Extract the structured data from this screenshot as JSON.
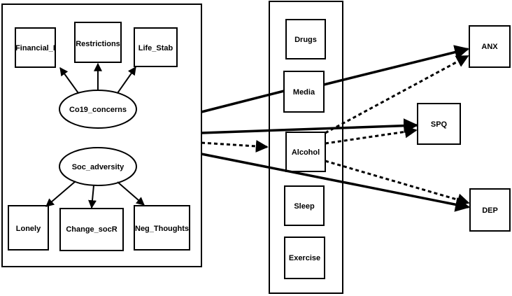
{
  "latent_group": {
    "co19": {
      "label": "Co19_concerns",
      "indicators": [
        "Financial_I",
        "Restrictions",
        "Life_Stab"
      ]
    },
    "soc": {
      "label": "Soc_adversity",
      "indicators": [
        "Lonely",
        "Change_socR",
        "Neg_Thoughts"
      ]
    }
  },
  "mediators": [
    "Drugs",
    "Media",
    "Alcohol",
    "Sleep",
    "Exercise"
  ],
  "outcomes": [
    "ANX",
    "SPQ",
    "DEP"
  ],
  "paths": {
    "solid": [
      "Co19_concerns → Media → ANX",
      "Co19_concerns / Soc_adversity → SPQ",
      "Soc_adversity → DEP"
    ],
    "dashed": [
      "Left group → Alcohol",
      "Alcohol → ANX",
      "Alcohol → SPQ",
      "Alcohol → DEP"
    ]
  },
  "colors": {
    "stroke": "#000000",
    "background": "#ffffff"
  }
}
